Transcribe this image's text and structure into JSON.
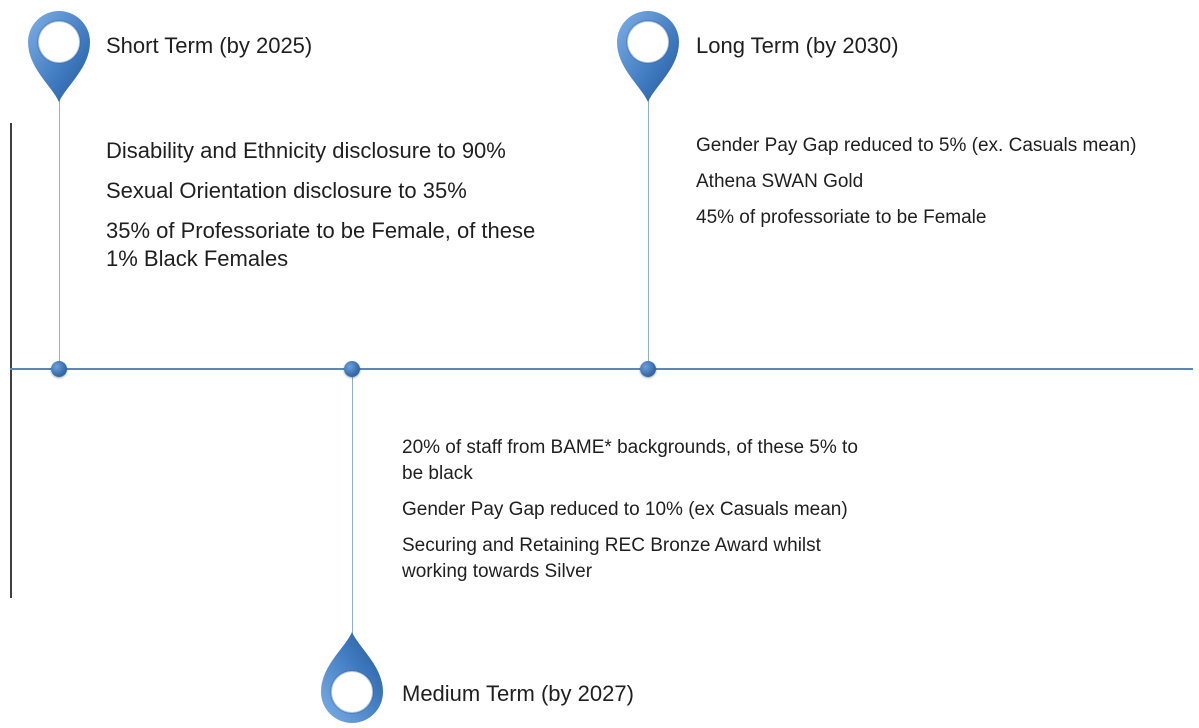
{
  "timeline": {
    "short_term": {
      "heading": "Short Term (by 2025)",
      "items": [
        "Disability and Ethnicity disclosure to 90%",
        "Sexual Orientation disclosure to 35%",
        "35% of Professoriate to be Female, of these 1% Black Females"
      ]
    },
    "long_term": {
      "heading": "Long Term (by 2030)",
      "items": [
        "Gender Pay Gap reduced to 5% (ex. Casuals mean)",
        "Athena SWAN Gold",
        "45% of professoriate to be Female"
      ]
    },
    "medium_term": {
      "heading": "Medium Term (by 2027)",
      "items": [
        "20% of staff from BAME* backgrounds, of these 5% to be black",
        "Gender Pay Gap reduced to 10% (ex Casuals mean)",
        "Securing and Retaining REC Bronze Award whilst working towards Silver"
      ]
    }
  },
  "colors": {
    "pin": "#4a86c8",
    "axis": "#5b87b8",
    "stem": "#8fb0d6",
    "text": "#1f1f1f"
  },
  "icons": [
    "map-pin-icon"
  ]
}
